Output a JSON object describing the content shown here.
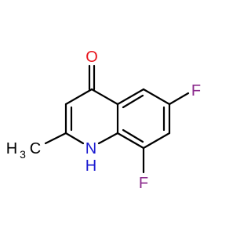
{
  "molecule": {
    "atoms": {
      "oxygen": "O",
      "fluorine_6": "F",
      "fluorine_8": "F",
      "nitrogen": "N",
      "nitrogen_h": "H",
      "methyl_h": "H",
      "methyl_sub": "3",
      "methyl_c": "C"
    }
  },
  "colors": {
    "oxygen": "#e8141c",
    "fluorine": "#8b2a8c",
    "nitrogen": "#1a1ad0",
    "carbon": "#000000"
  }
}
